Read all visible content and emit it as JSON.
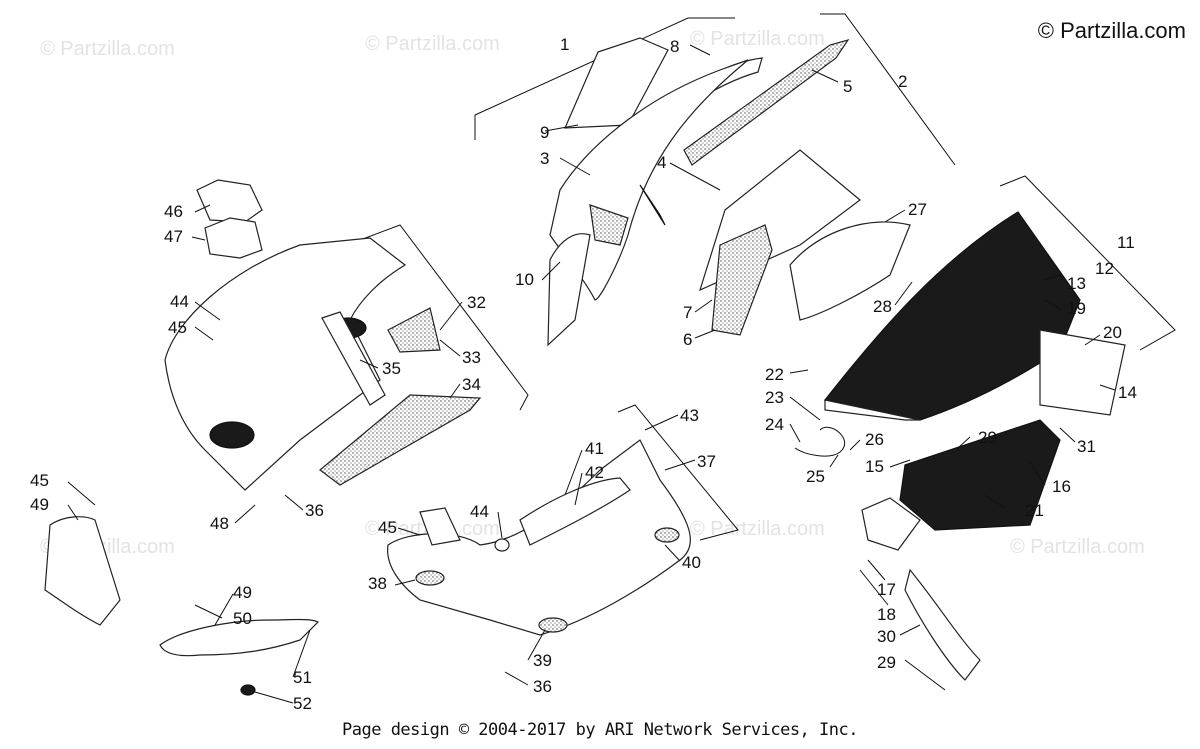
{
  "copyright": "© Partzilla.com",
  "watermark": "© Partzilla.com",
  "footer": "Page design © 2004-2017 by ARI Network Services, Inc.",
  "callouts": [
    {
      "n": "1"
    },
    {
      "n": "2"
    },
    {
      "n": "3"
    },
    {
      "n": "4"
    },
    {
      "n": "5"
    },
    {
      "n": "6"
    },
    {
      "n": "7"
    },
    {
      "n": "8"
    },
    {
      "n": "9"
    },
    {
      "n": "10"
    },
    {
      "n": "11"
    },
    {
      "n": "12"
    },
    {
      "n": "13"
    },
    {
      "n": "14"
    },
    {
      "n": "15"
    },
    {
      "n": "16"
    },
    {
      "n": "17"
    },
    {
      "n": "18"
    },
    {
      "n": "19"
    },
    {
      "n": "20"
    },
    {
      "n": "21"
    },
    {
      "n": "22"
    },
    {
      "n": "23"
    },
    {
      "n": "24"
    },
    {
      "n": "25"
    },
    {
      "n": "26"
    },
    {
      "n": "27"
    },
    {
      "n": "28"
    },
    {
      "n": "29"
    },
    {
      "n": "29"
    },
    {
      "n": "30"
    },
    {
      "n": "31"
    },
    {
      "n": "32"
    },
    {
      "n": "33"
    },
    {
      "n": "34"
    },
    {
      "n": "35"
    },
    {
      "n": "36"
    },
    {
      "n": "36"
    },
    {
      "n": "37"
    },
    {
      "n": "38"
    },
    {
      "n": "39"
    },
    {
      "n": "40"
    },
    {
      "n": "41"
    },
    {
      "n": "42"
    },
    {
      "n": "43"
    },
    {
      "n": "44"
    },
    {
      "n": "44"
    },
    {
      "n": "45"
    },
    {
      "n": "45"
    },
    {
      "n": "45"
    },
    {
      "n": "46"
    },
    {
      "n": "47"
    },
    {
      "n": "48"
    },
    {
      "n": "49"
    },
    {
      "n": "49"
    },
    {
      "n": "50"
    },
    {
      "n": "51"
    },
    {
      "n": "52"
    }
  ]
}
